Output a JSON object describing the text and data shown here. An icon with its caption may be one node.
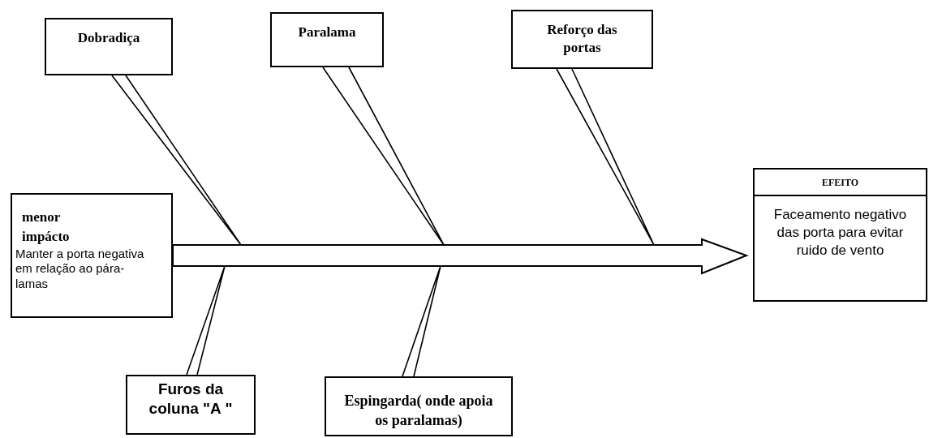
{
  "diagram": {
    "nodes": [
      {
        "text": [
          "Dobradiça"
        ]
      },
      {
        "text": [
          "Paralama"
        ]
      },
      {
        "text": [
          "Reforço das portas"
        ]
      },
      {
        "text": [
          "menor impácto",
          "Manter a porta negativa em relação ao pára-lamas"
        ]
      },
      {
        "text": [
          "Furos da coluna \"A \""
        ]
      },
      {
        "text": [
          "Espingarda( onde apoia os paralamas)"
        ]
      },
      {
        "text": [
          "EFEITO",
          "Faceamento negativo das porta para evitar ruido de vento"
        ]
      }
    ],
    "edges": [
      {
        "from": 3,
        "to": 6,
        "arrow": "to"
      },
      {
        "from": 0,
        "to": null,
        "arrow": "none"
      },
      {
        "from": 1,
        "to": null,
        "arrow": "none"
      },
      {
        "from": 2,
        "to": null,
        "arrow": "none"
      },
      {
        "from": 4,
        "to": null,
        "arrow": "none"
      },
      {
        "from": 5,
        "to": null,
        "arrow": "none"
      }
    ]
  }
}
